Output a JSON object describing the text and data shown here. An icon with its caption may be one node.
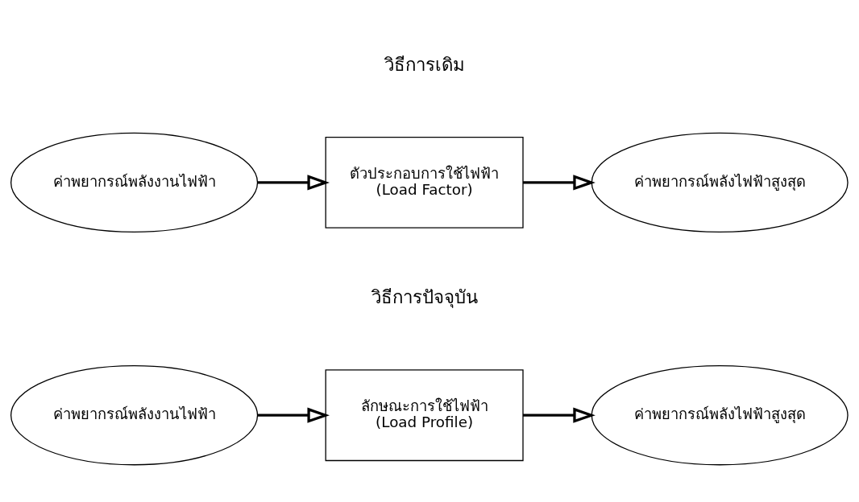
{
  "diagram": {
    "nodes": [
      {
        "text": [
          "ค่าพยากรณ์พลังงานไฟฟ้า"
        ]
      },
      {
        "text": [
          "ตัวประกอบการใช้ไฟฟ้า",
          "(Load Factor)"
        ]
      },
      {
        "text": [
          "ค่าพยากรณ์พลังไฟฟ้าสูงสุด"
        ]
      },
      {
        "text": [
          "ค่าพยากรณ์พลังงานไฟฟ้า"
        ]
      },
      {
        "text": [
          "ลักษณะการใช้ไฟฟ้า",
          "(Load Profile)"
        ]
      },
      {
        "text": [
          "ค่าพยากรณ์พลังไฟฟ้าสูงสุด"
        ]
      }
    ],
    "edges": [
      {
        "from": 0,
        "to": 1,
        "arrow": "to"
      },
      {
        "from": 1,
        "to": 2,
        "arrow": "to"
      },
      {
        "from": 3,
        "to": 4,
        "arrow": "to"
      },
      {
        "from": 4,
        "to": 5,
        "arrow": "to"
      }
    ],
    "labels": [
      "วิธีการเดิม",
      "วิธีการปัจจุบัน"
    ]
  }
}
